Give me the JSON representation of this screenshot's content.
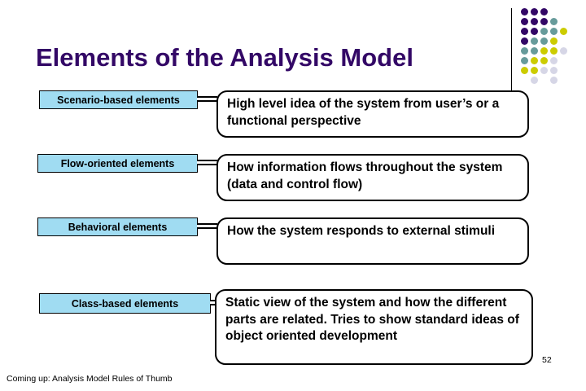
{
  "slide": {
    "title": "Elements of the Analysis Model",
    "footer_note": "Coming up: Analysis Model Rules of Thumb",
    "page_number": "52"
  },
  "rows": [
    {
      "label": "Scenario-based elements",
      "description": "High level idea of the system from user’s or a functional perspective"
    },
    {
      "label": "Flow-oriented elements",
      "description": "How information flows throughout the system (data and control flow)"
    },
    {
      "label": "Behavioral elements",
      "description": "How the system responds to external stimuli"
    },
    {
      "label": "Class-based elements",
      "description": "Static view of the system and how the different parts are related. Tries to show standard ideas of object oriented development"
    }
  ],
  "colors": {
    "title_text": "#330866",
    "label_fill": "#A0DCF2",
    "dot_purple": "#330866",
    "dot_teal": "#679B9B",
    "dot_yellow": "#CCCC00",
    "dot_lavender": "#D6D6E6"
  },
  "dot_pattern": [
    "PPP--",
    "PPPT-",
    "PPTTY",
    "PTTY-",
    "TTYYL",
    "TYYL-",
    "YYLL-",
    "-L-L-"
  ]
}
